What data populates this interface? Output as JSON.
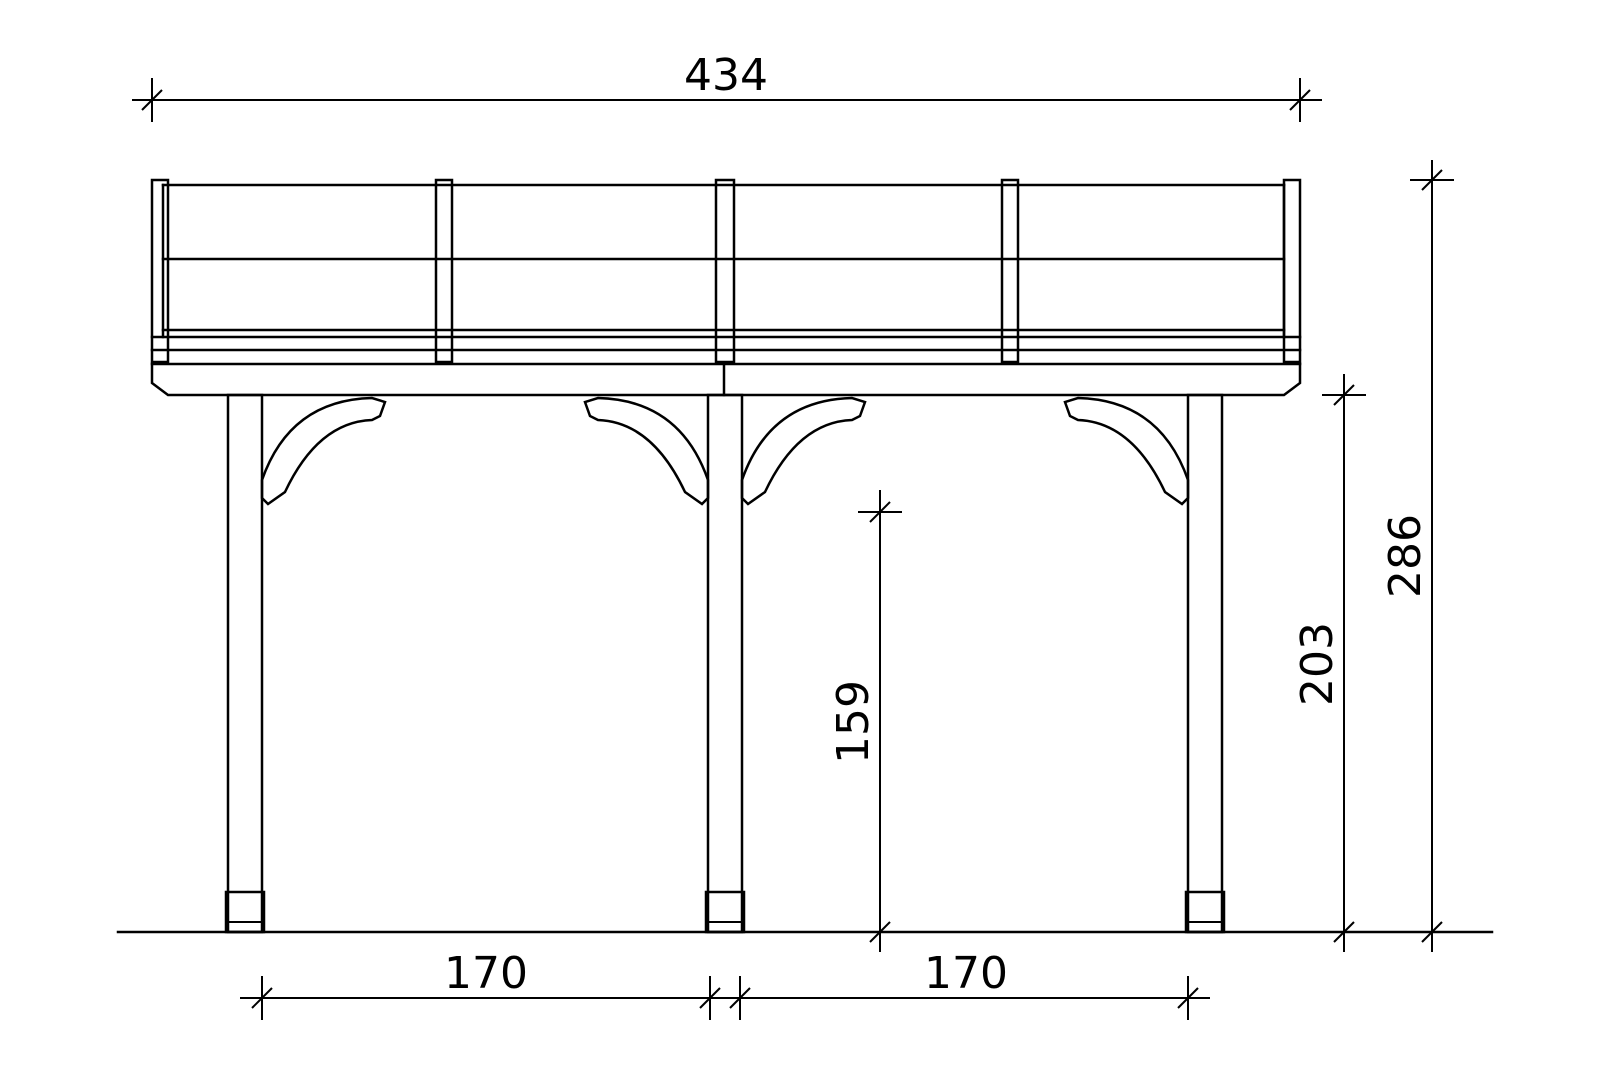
{
  "dimensions": {
    "overall_width": "434",
    "post_spacing_left": "170",
    "post_spacing_right": "170",
    "clear_height": "159",
    "eave_height": "203",
    "total_height": "286"
  }
}
